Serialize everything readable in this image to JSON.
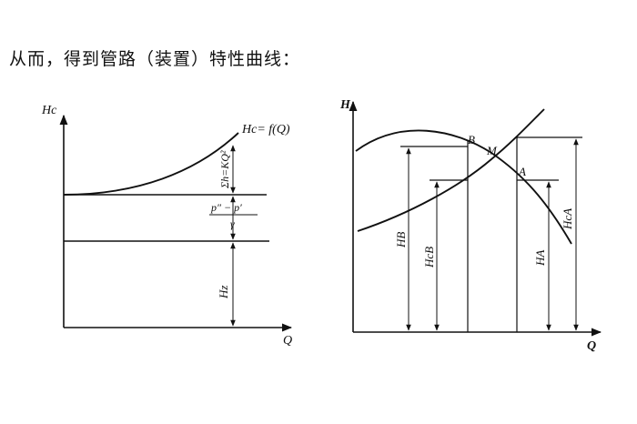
{
  "heading": "从而，得到管路（装置）特性曲线：",
  "left_diagram": {
    "y_axis_label": "Hc",
    "x_axis_label": "Q",
    "curve_label": "Hc= f(Q)",
    "friction_label": "Σh=KQ²",
    "pressure_label_numerator": "p″ − p′",
    "pressure_label_denominator": "γ",
    "static_head_label": "Hz"
  },
  "right_diagram": {
    "y_axis_label": "H",
    "x_axis_label": "Q",
    "point_b": "B",
    "point_m": "M",
    "point_a": "A",
    "label_hb": "HB",
    "label_hcb": "HcB",
    "label_ha": "HA",
    "label_hca": "HcA"
  }
}
